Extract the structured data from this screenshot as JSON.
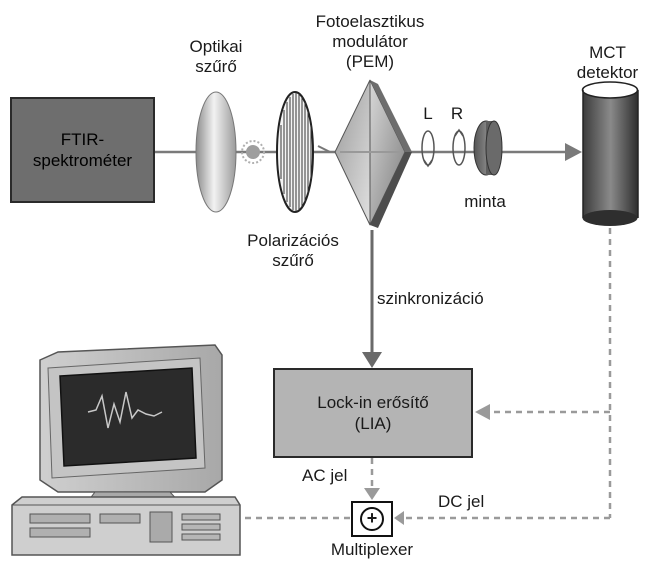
{
  "labels": {
    "optical_filter": [
      "Optikai",
      "szűrő"
    ],
    "pem": [
      "Fotoelasztikus",
      "modulátor",
      "(PEM)"
    ],
    "mct": [
      "MCT",
      "detektor"
    ],
    "ftir": [
      "FTIR-",
      "spektrométer"
    ],
    "left_circ": "L",
    "right_circ": "R",
    "sample": "minta",
    "polarizer": [
      "Polarizációs",
      "szűrő"
    ],
    "sync": "szinkronizáció",
    "lia": [
      "Lock-in erősítő",
      "(LIA)"
    ],
    "ac": "AC jel",
    "dc": "DC jel",
    "multiplexer": "Multiplexer",
    "plus_symbol": "+"
  },
  "colors": {
    "box_fill": "#6e6e6e",
    "lia_fill": "#b4b4b4",
    "beam": "#7a7a7a",
    "arrow": "#6a6a6a",
    "dashed": "#9a9a9a"
  }
}
